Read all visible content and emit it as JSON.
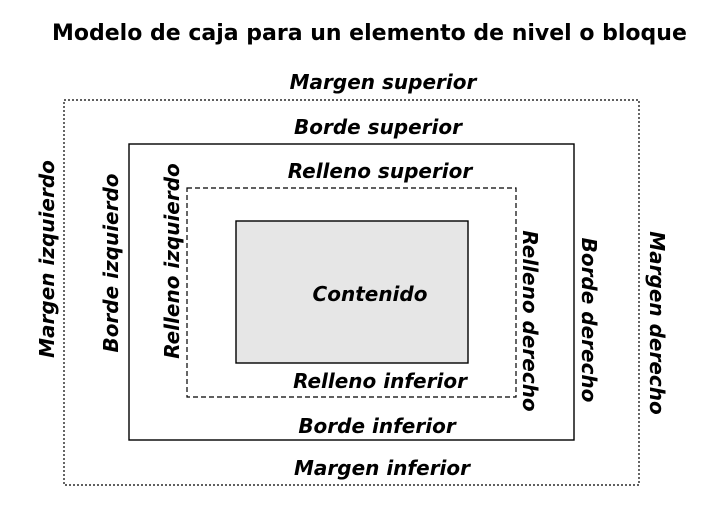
{
  "title": "Modelo de caja para un elemento de nivel o bloque",
  "colors": {
    "content_fill": "#e6e6e6",
    "line": "#000000",
    "background": "#ffffff"
  },
  "margin": {
    "top": "Margen superior",
    "bottom": "Margen inferior",
    "left": "Margen izquierdo",
    "right": "Margen derecho"
  },
  "border": {
    "top": "Borde superior",
    "bottom": "Borde inferior",
    "left": "Borde izquierdo",
    "right": "Borde derecho"
  },
  "padding": {
    "top": "Relleno superior",
    "bottom": "Relleno inferior",
    "left": "Relleno izquierdo",
    "right": "Relleno derecho"
  },
  "content": {
    "label": "Contenido"
  }
}
